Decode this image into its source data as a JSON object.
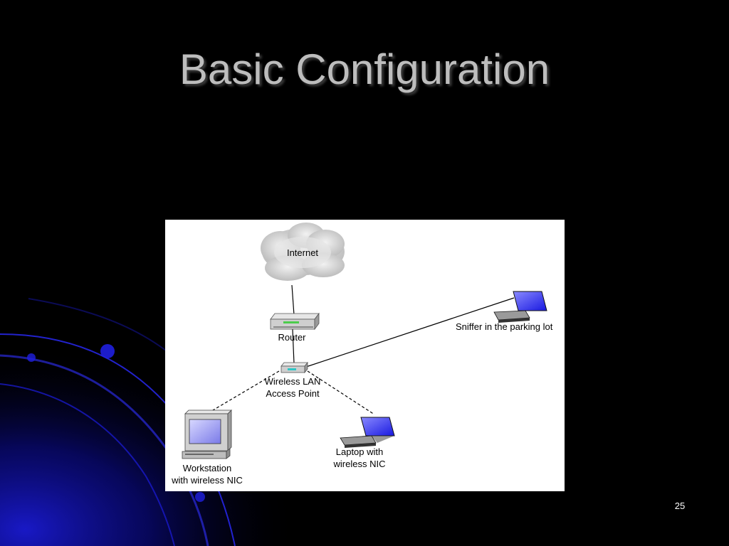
{
  "slide": {
    "title": "Basic Configuration",
    "page_number": "25"
  },
  "diagram": {
    "nodes": {
      "internet": "Internet",
      "router": "Router",
      "access_point": "Wireless LAN\nAccess Point",
      "workstation": "Workstation\nwith wireless NIC",
      "laptop": "Laptop with\nwireless NIC",
      "sniffer": "Sniffer in the parking lot"
    }
  },
  "colors": {
    "background": "#000000",
    "title": "#bdbdbd",
    "swirl": "#1a1acc",
    "screen": "#3a3aff"
  }
}
